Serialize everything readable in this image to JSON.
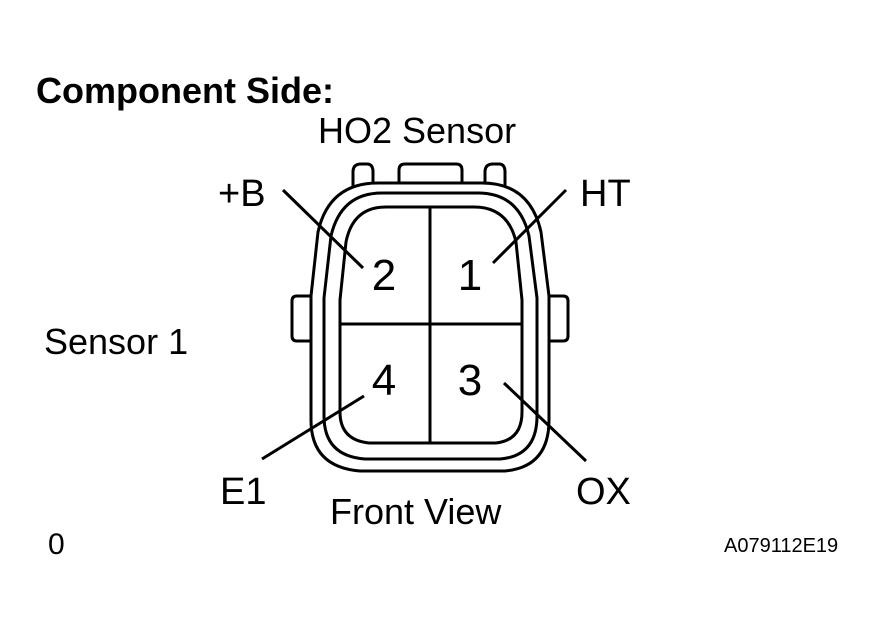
{
  "heading": "Component Side:",
  "connector_title": "HO2 Sensor",
  "sensor_label": "Sensor 1",
  "view_label": "Front View",
  "footer_left": "0",
  "figure_id": "A079112E19",
  "pins": [
    {
      "number": "2",
      "label": "+B"
    },
    {
      "number": "1",
      "label": "HT"
    },
    {
      "number": "4",
      "label": "E1"
    },
    {
      "number": "3",
      "label": "OX"
    }
  ],
  "colors": {
    "stroke": "#000000",
    "background": "#ffffff"
  }
}
